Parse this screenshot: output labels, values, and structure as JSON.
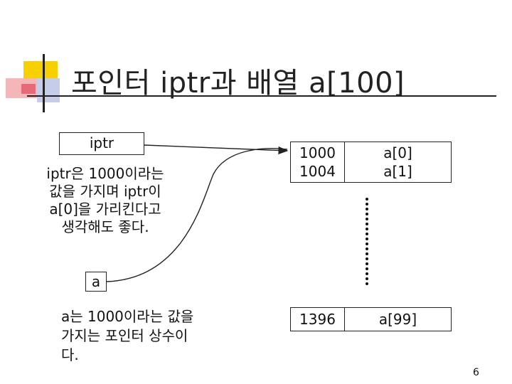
{
  "slide": {
    "title": "포인터 iptr과 배열 a[100]",
    "page_number": "6"
  },
  "iptr_box": {
    "label": "iptr"
  },
  "iptr_note": [
    "iptr은 1000이라는",
    "값을 가지며 iptr이",
    "a[0]을 가리킨다고",
    "생각해도 좋다."
  ],
  "a_box": {
    "label": "a"
  },
  "a_note": [
    "a는 1000이라는 값을",
    "가지는 포인터 상수이",
    "다."
  ],
  "memory": {
    "top_addresses": [
      "1000",
      "1004"
    ],
    "top_elements": [
      "a[0]",
      "a[1]"
    ],
    "bottom_address": "1396",
    "bottom_element": "a[99]"
  }
}
